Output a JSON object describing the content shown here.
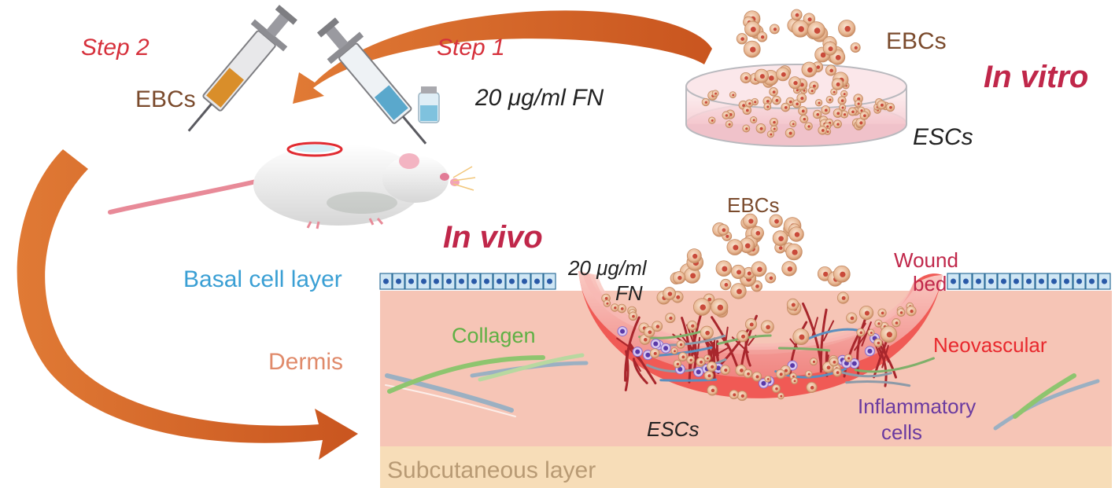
{
  "colors": {
    "accent_red": "#d6303b",
    "heading_crimson": "#c0274a",
    "cell_brown": "#7a4a2c",
    "basal_blue": "#3a9fd4",
    "dermis_pink": "#f6c5b6",
    "dermis_label": "#e08a6a",
    "subcutaneous": "#f7ddb8",
    "subcutaneous_label": "#b89a74",
    "collagen_green": "#5fb044",
    "neovascular_red": "#e8282d",
    "inflammatory_purple": "#6a3aa0",
    "arrow_orange": "#d9682a"
  },
  "labels": {
    "step2": "Step 2",
    "step1": "Step 1",
    "ebcs_syringe": "EBCs",
    "fn_concentration": "20 μg/ml FN",
    "ebcs_dish": "EBCs",
    "in_vitro": "In vitro",
    "escs_dish": "ESCs",
    "in_vivo": "In vivo",
    "ebcs_wound": "EBCs",
    "fn_wound_line1": "20 μg/ml",
    "fn_wound_line2": "FN",
    "wound_bed_line1": "Wound",
    "wound_bed_line2": "bed",
    "basal_cell_layer": "Basal cell layer",
    "collagen": "Collagen",
    "dermis": "Dermis",
    "neovascular": "Neovascular",
    "escs_wound": "ESCs",
    "inflammatory_line1": "Inflammatory",
    "inflammatory_line2": "cells",
    "subcutaneous_layer": "Subcutaneous layer"
  }
}
